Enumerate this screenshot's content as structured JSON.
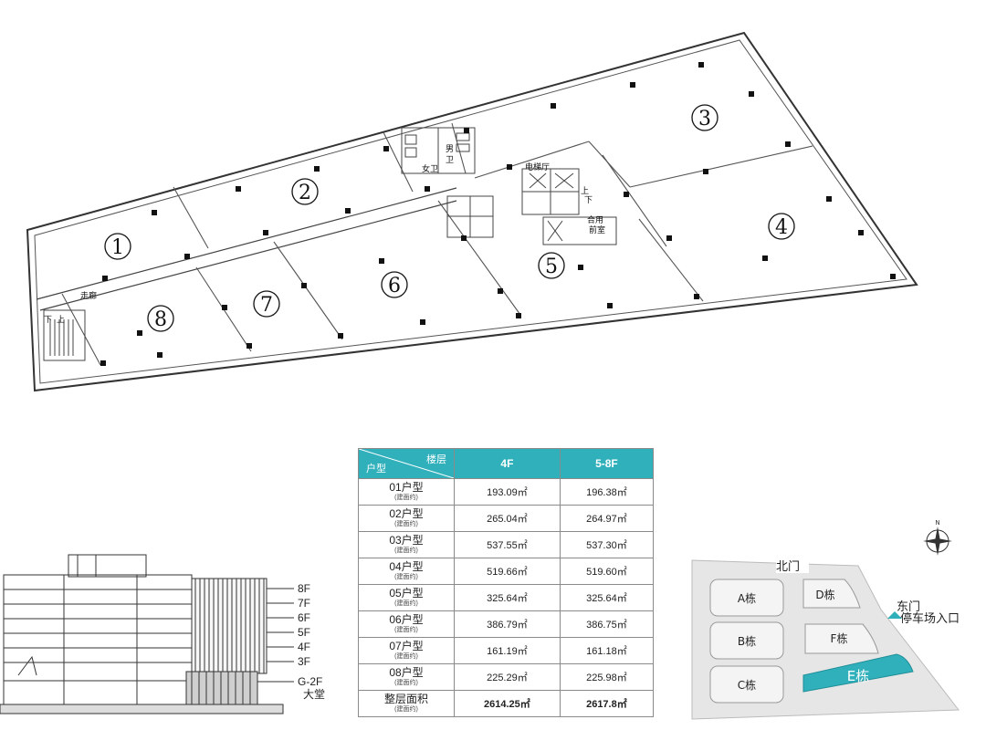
{
  "floorplan": {
    "units": [
      "1",
      "2",
      "3",
      "4",
      "5",
      "6",
      "7",
      "8"
    ],
    "labels": {
      "corridor": "走廊",
      "elevator_hall": "电梯厅",
      "male_wc_1": "男",
      "male_wc_2": "卫",
      "female_wc": "女卫",
      "shared_1": "合用",
      "shared_2": "前室",
      "stair_up": "上",
      "stair_down": "下",
      "stair2_up": "上",
      "stair2_down": "下"
    }
  },
  "table": {
    "header_floor": "楼层",
    "header_unit": "户型",
    "columns": [
      "4F",
      "5-8F"
    ],
    "sub_note": "(建面约)",
    "rows": [
      {
        "name": "01户型",
        "v4": "193.09㎡",
        "v58": "196.38㎡"
      },
      {
        "name": "02户型",
        "v4": "265.04㎡",
        "v58": "264.97㎡"
      },
      {
        "name": "03户型",
        "v4": "537.55㎡",
        "v58": "537.30㎡"
      },
      {
        "name": "04户型",
        "v4": "519.66㎡",
        "v58": "519.60㎡"
      },
      {
        "name": "05户型",
        "v4": "325.64㎡",
        "v58": "325.64㎡"
      },
      {
        "name": "06户型",
        "v4": "386.79㎡",
        "v58": "386.75㎡"
      },
      {
        "name": "07户型",
        "v4": "161.19㎡",
        "v58": "161.18㎡"
      },
      {
        "name": "08户型",
        "v4": "225.29㎡",
        "v58": "225.98㎡"
      }
    ],
    "total": {
      "name": "整层面积",
      "v4": "2614.25㎡",
      "v58": "2617.8㎡"
    }
  },
  "elevation": {
    "floors": [
      "8F",
      "7F",
      "6F",
      "5F",
      "4F",
      "3F"
    ],
    "lobby_floor": "G-2F",
    "lobby_name": "大堂"
  },
  "sitemap": {
    "north_gate": "北门",
    "east_gate": "东门",
    "parking_entrance": "停车场入口",
    "compass": "N",
    "buildings": {
      "a": "A栋",
      "b": "B栋",
      "c": "C栋",
      "d": "D栋",
      "f": "F栋",
      "e": "E栋"
    },
    "colors": {
      "highlight": "#2fb0bb",
      "site": "#e6e6e6",
      "building": "#f4f4f4"
    }
  }
}
